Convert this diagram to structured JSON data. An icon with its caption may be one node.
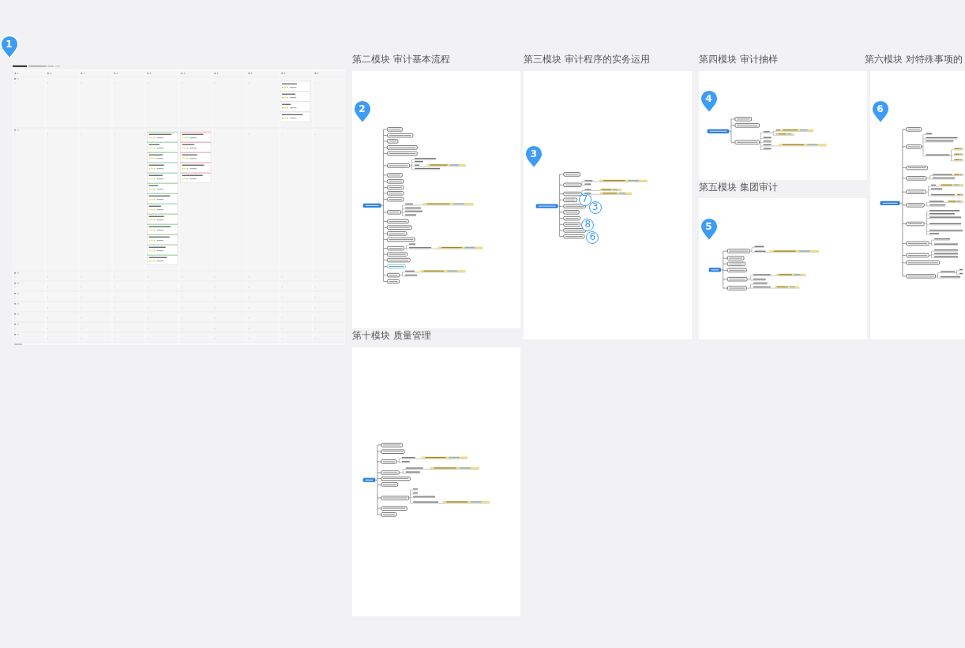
{
  "diagram": {
    "nodes": [
      {
        "text": [
          "1"
        ]
      },
      {
        "text": [
          "第二模块 审计基本流程"
        ]
      },
      {
        "text": [
          "2"
        ],
        "in": 1
      },
      {
        "text": [
          "第三模块 审计程序的实务运用"
        ]
      },
      {
        "text": [
          "3"
        ],
        "in": 3
      },
      {
        "text": [
          "7"
        ],
        "in": 3
      },
      {
        "text": [
          "3"
        ],
        "in": 3
      },
      {
        "text": [
          "8"
        ],
        "in": 3
      },
      {
        "text": [
          "6"
        ],
        "in": 3
      },
      {
        "text": [
          "第四模块 审计抽样"
        ]
      },
      {
        "text": [
          "4"
        ],
        "in": 9
      },
      {
        "text": [
          "第六模块 对特殊事项的"
        ]
      },
      {
        "text": [
          "6"
        ],
        "in": 11
      },
      {
        "text": [
          "第五模块 集团审计"
        ]
      },
      {
        "text": [
          "5"
        ],
        "in": 13
      },
      {
        "text": [
          "第十模块 质量管理"
        ]
      }
    ]
  }
}
